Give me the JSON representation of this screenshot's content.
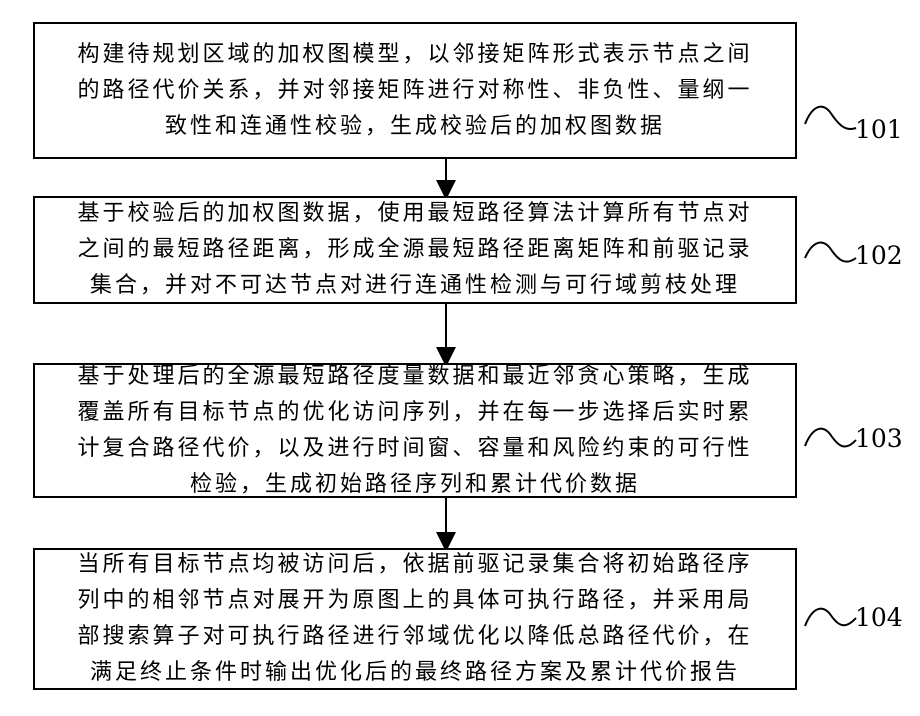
{
  "steps": [
    {
      "id": "101",
      "text": "构建待规划区域的加权图模型，以邻接矩阵形式表示节点之间\n的路径代价关系，并对邻接矩阵进行对称性、非负性、量纲一\n致性和连通性校验，生成校验后的加权图数据"
    },
    {
      "id": "102",
      "text": "基于校验后的加权图数据，使用最短路径算法计算所有节点对\n之间的最短路径距离，形成全源最短路径距离矩阵和前驱记录\n集合，并对不可达节点对进行连通性检测与可行域剪枝处理"
    },
    {
      "id": "103",
      "text": "基于处理后的全源最短路径度量数据和最近邻贪心策略，生成\n覆盖所有目标节点的优化访问序列，并在每一步选择后实时累\n计复合路径代价，以及进行时间窗、容量和风险约束的可行性\n检验，生成初始路径序列和累计代价数据"
    },
    {
      "id": "104",
      "text": "当所有目标节点均被访问后，依据前驱记录集合将初始路径序\n列中的相邻节点对展开为原图上的具体可执行路径，并采用局\n部搜索算子对可执行路径进行邻域优化以降低总路径代价，在\n满足终止条件时输出优化后的最终路径方案及累计代价报告"
    }
  ]
}
